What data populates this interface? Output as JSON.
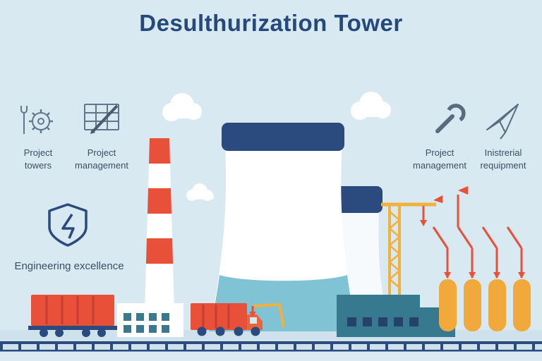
{
  "title": "Desulthurization Tower",
  "labels": {
    "tools": "Project\ntowers",
    "grid": "Project\nmanagement",
    "shield": "Engineering excellence",
    "wrench": "Project\nmanagement",
    "plane": "Inistrerial\nrequipment"
  },
  "icons": {
    "tools": "gear-tools-icon",
    "grid": "grid-pencil-icon",
    "shield": "shield-icon",
    "wrench": "wrench-icon",
    "plane": "paper-plane-icon"
  },
  "colors": {
    "background": "#d9e9f1",
    "navy": "#2b4a7d",
    "red": "#e8503a",
    "teal_building": "#37798f",
    "tower_base_teal": "#7fc3d5",
    "crane_yellow": "#f2b03c",
    "vessel_orange": "#f2a93b",
    "label_text": "#3c4e62",
    "title_text": "#26497b"
  }
}
